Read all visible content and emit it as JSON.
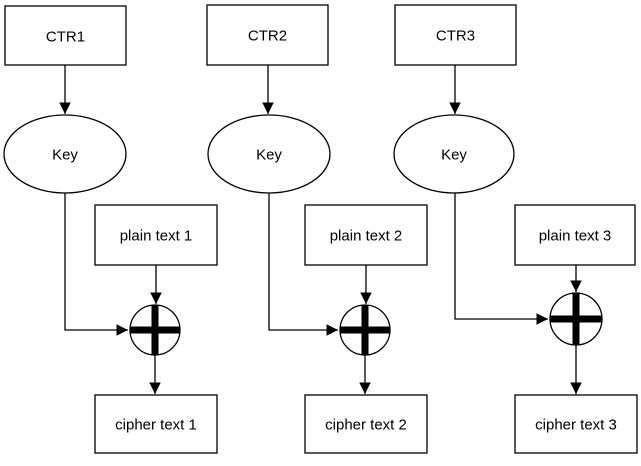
{
  "diagram": {
    "type": "flowchart",
    "topic": "CTR block cipher mode of operation",
    "colors": {
      "background": "#ffffff",
      "shape_fill": "#ffffff",
      "stroke": "#000000",
      "text": "#000000"
    },
    "columns": [
      {
        "ctr_label": "CTR1",
        "key_label": "Key",
        "plain_label": "plain text 1",
        "cipher_label": "cipher text 1",
        "xor_icon": "xor-circle-plus"
      },
      {
        "ctr_label": "CTR2",
        "key_label": "Key",
        "plain_label": "plain text 2",
        "cipher_label": "cipher text 2",
        "xor_icon": "xor-circle-plus"
      },
      {
        "ctr_label": "CTR3",
        "key_label": "Key",
        "plain_label": "plain text 3",
        "cipher_label": "cipher text 3",
        "xor_icon": "xor-circle-plus"
      }
    ]
  }
}
